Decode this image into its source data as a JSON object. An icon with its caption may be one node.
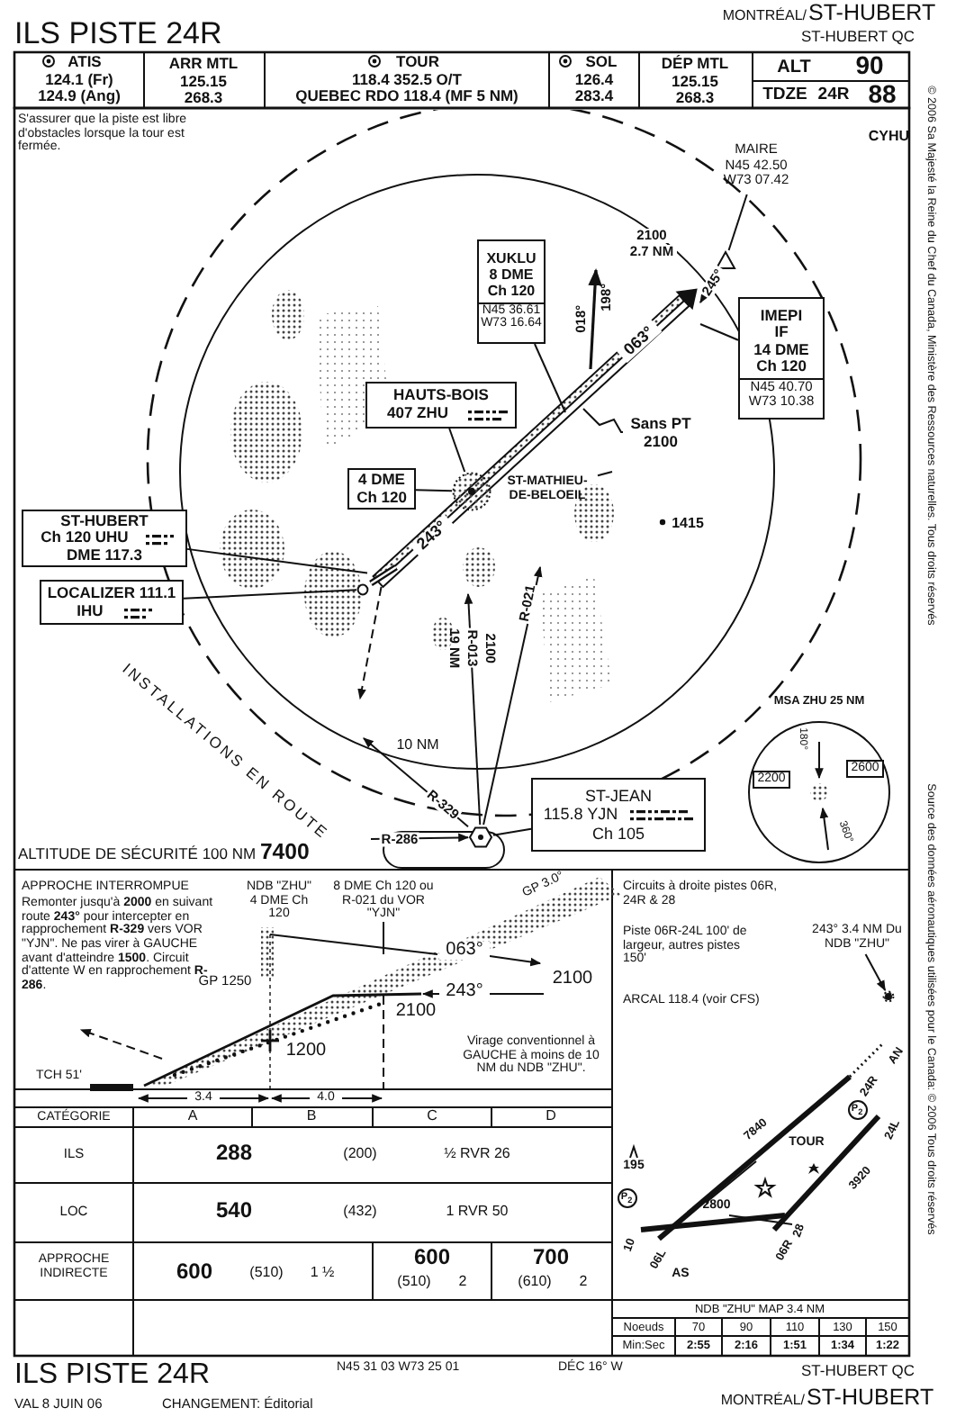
{
  "diagram": {
    "title": "ILS PISTE 24R",
    "nodes": [
      {
        "text": [
          "XUKLU",
          "8 DME",
          "Ch 120",
          "N45 36.61",
          "W73 16.64"
        ]
      },
      {
        "text": [
          "IMEPI",
          "IF",
          "14 DME",
          "Ch 120",
          "N45 40.70",
          "W73 10.38"
        ]
      },
      {
        "text": [
          "HAUTS-BOIS",
          "407 ZHU"
        ]
      },
      {
        "text": [
          "4 DME",
          "Ch 120"
        ]
      },
      {
        "text": [
          "ST-HUBERT",
          "Ch 120 UHU",
          "DME 117.3"
        ]
      },
      {
        "text": [
          "LOCALIZER 111.1",
          "IHU"
        ]
      },
      {
        "text": [
          "ST-JEAN",
          "115.8 YJN",
          "Ch 105"
        ]
      },
      {
        "text": [
          "MAIRE",
          "N45 42.50",
          "W73 07.42"
        ]
      },
      {
        "text": [
          "Sans PT",
          "2100"
        ]
      },
      {
        "text": [
          "ST-MATHIEU-DE-BELOEIL"
        ]
      },
      {
        "text": [],
        "shape": "circle"
      },
      {
        "text": [],
        "shape": "runway"
      },
      {
        "text": [],
        "shape": "circle"
      },
      {
        "text": [],
        "shape": "triangle"
      },
      {
        "text": [],
        "shape": "hexagon"
      },
      {
        "text": [
          "MSA ZHU 25 NM"
        ]
      },
      {
        "text": [
          "2200"
        ],
        "in": 15
      },
      {
        "text": [
          "2600"
        ],
        "in": 15
      },
      {
        "text": [
          "243° 3.4 NM Du NDB \"ZHU\""
        ]
      },
      {
        "text": [],
        "shape": "circle"
      }
    ],
    "edges": [
      {
        "from": 0,
        "to": null,
        "arrow": "none"
      },
      {
        "from": 1,
        "to": null,
        "arrow": "none"
      },
      {
        "from": 2,
        "to": 10,
        "arrow": "none"
      },
      {
        "from": 3,
        "to": 10,
        "arrow": "none"
      },
      {
        "from": 4,
        "to": 11,
        "arrow": "none"
      },
      {
        "from": 5,
        "to": 12,
        "arrow": "none"
      },
      {
        "from": 6,
        "to": 14,
        "arrow": "none"
      },
      {
        "from": 7,
        "to": 13,
        "arrow": "none"
      },
      {
        "from": 8,
        "to": null,
        "arrow": "none"
      },
      {
        "from": 9,
        "to": null,
        "arrow": "none"
      },
      {
        "from": 14,
        "to": null,
        "arrow": "to",
        "label": "R-013"
      },
      {
        "from": 14,
        "to": null,
        "arrow": "to",
        "label": "R-021"
      },
      {
        "from": 14,
        "to": null,
        "arrow": "to",
        "label": "R-329"
      },
      {
        "from": null,
        "to": 14,
        "arrow": "to",
        "label": "R-286"
      },
      {
        "from": 11,
        "to": null,
        "arrow": "to",
        "style": "dashed"
      },
      {
        "from": 13,
        "to": null,
        "arrow": "to",
        "label": "245°"
      },
      {
        "from": 18,
        "to": 19,
        "arrow": "to"
      }
    ],
    "labels": [
      "MONTRÉAL/",
      "ST-HUBERT",
      "ST-HUBERT QC",
      "ATIS",
      "124.1 (Fr)",
      "124.9 (Ang)",
      "ARR MTL",
      "125.15",
      "268.3",
      "TOUR",
      "118.4 352.5 O/T",
      "QUEBEC RDO 118.4 (MF 5 NM)",
      "SOL",
      "126.4",
      "283.4",
      "DÉP MTL",
      "125.15",
      "268.3",
      "ALT",
      "90",
      "TDZE",
      "24R",
      "88",
      "S'assurer que la piste est libre d'obstacles lorsque la tour est fermée.",
      "CYHU",
      "2100",
      "2.7 NM",
      "018°",
      "198°",
      "063°",
      "243°",
      "1415",
      "2100",
      "19 NM",
      "INSTALLATIONS EN ROUTE",
      "10 NM",
      "180°",
      "360°",
      "ALTITUDE DE SÉCURITÉ 100 NM **7400**",
      "APPROCHE INTERROMPUE",
      "Remonter jusqu'à **2000** en suivant route **243°** pour intercepter en rapprochement **R-329** vers VOR \"YJN\". Ne pas virer à GAUCHE avant d'atteindre **1500**. Circuit d'attente W en rapprochement **R-286**.",
      "NDB \"ZHU\" 4 DME Ch 120",
      "8 DME Ch 120 ou R-021 du VOR \"YJN\"",
      "GP 3.0°",
      "063°",
      "243°",
      "GP 1250",
      "2100",
      "2100",
      "1200",
      "Virage conventionnel à GAUCHE à moins de 10 NM du NDB \"ZHU\".",
      "TCH 51'",
      "3.4",
      "4.0",
      "Circuits à droite pistes 06R, 24R & 28",
      "Piste 06R-24L 100' de largeur, autres pistes 150'",
      "ARCAL 118.4 (voir CFS)",
      "AN",
      "24R",
      "P$_{2}$",
      "TOUR",
      "7840",
      "3920",
      "24L",
      "195",
      "P$_{2}$",
      "2800",
      "28",
      "10",
      "06L",
      "06R",
      "AS",
      "CATÉGORIE",
      "A",
      "B",
      "C",
      "D",
      "ILS",
      "288",
      "(200)",
      "½ RVR 26",
      "LOC",
      "540",
      "(432)",
      "1 RVR 50",
      "APPROCHE INDIRECTE",
      "600",
      "(510)",
      "1 ½",
      "600",
      "(510)",
      "2",
      "700",
      "(610)",
      "2",
      "NDB \"ZHU\" MAP 3.4 NM",
      "Noeuds",
      "70",
      "90",
      "110",
      "130",
      "150",
      "Min:Sec",
      "2:55",
      "2:16",
      "1:51",
      "1:34",
      "1:22",
      "ILS PISTE 24R",
      "N45 31 03 W73 25 01",
      "DÉC 16° W",
      "ST-HUBERT QC",
      "VAL 8 JUIN 06",
      "CHANGEMENT: Éditorial",
      "MONTRÉAL/",
      "ST-HUBERT",
      "© 2006 Sa Majesté la Reine du Chef du Canada, Ministère des Ressources naturelles. Tous droits réservés",
      "Source des données aéronautiques utilisées pour le Canada: © 2006 Tous droits réservés"
    ]
  }
}
